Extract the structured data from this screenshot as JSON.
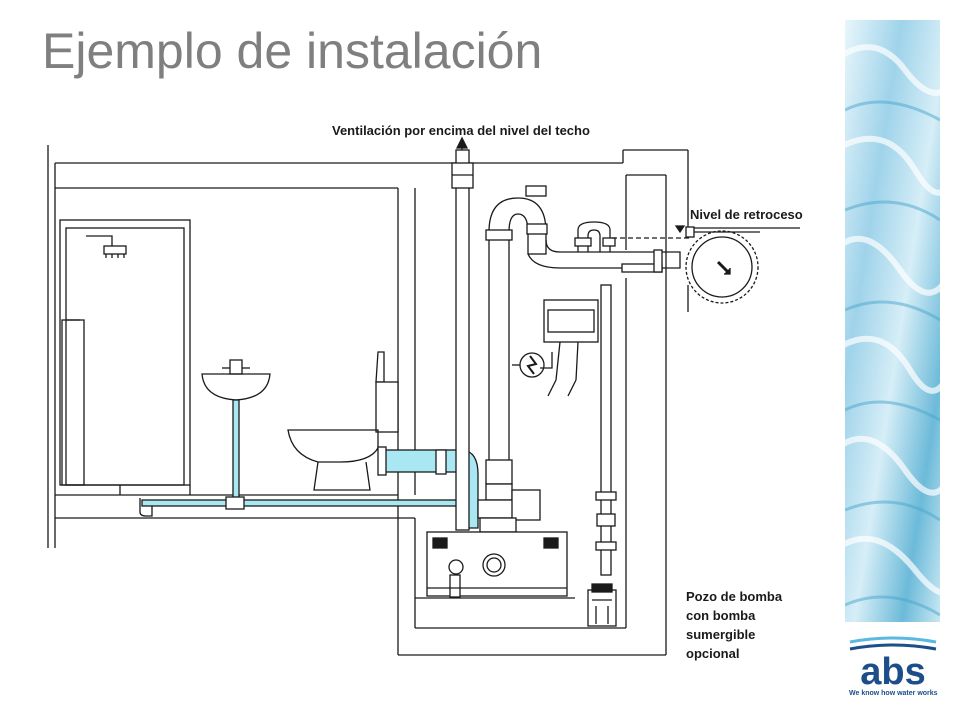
{
  "title": "Ejemplo de instalación",
  "labels": {
    "ventilation": "Ventilación por encima del nivel del techo",
    "backflow_level": "Nivel de retroceso",
    "well_line1": "Pozo de bomba",
    "well_line2": "con bomba",
    "well_line3": "sumergible",
    "well_line4": "opcional"
  },
  "panel": {
    "display": "• • ○ ▯"
  },
  "brand": {
    "logo": "abs",
    "tagline": "We know how water works"
  },
  "colors": {
    "title": "#7f7f7f",
    "pipe_fill": "#a9e8f2",
    "line": "#1a1a1a",
    "brand": "#1b4e8a",
    "water": "#9fd3ea"
  }
}
